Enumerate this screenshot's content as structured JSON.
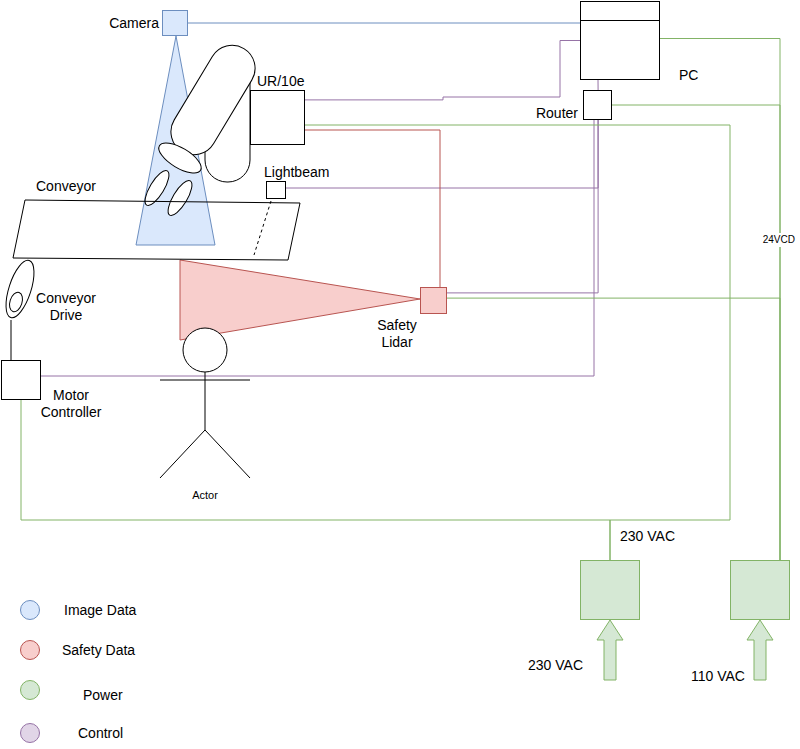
{
  "diagram": {
    "nodes": [
      {
        "text": [
          "Camera"
        ]
      },
      {
        "text": [
          "PC"
        ]
      },
      {
        "text": [
          "UR/10e"
        ]
      },
      {
        "text": [
          "Router"
        ]
      },
      {
        "text": [
          "Lightbeam"
        ]
      },
      {
        "text": [
          "Conveyor"
        ]
      },
      {
        "text": [
          "Conveyor Drive"
        ]
      },
      {
        "text": [
          "Safety Lidar"
        ]
      },
      {
        "text": [
          "Motor Controller"
        ]
      },
      {
        "text": [
          "Actor"
        ]
      },
      {
        "text": [
          "230 VAC"
        ]
      },
      {
        "text": [
          "110 VAC"
        ]
      }
    ],
    "edges": [
      {
        "from": 0,
        "to": 1,
        "arrow": "none"
      },
      {
        "from": 2,
        "to": 1,
        "arrow": "none"
      },
      {
        "from": 1,
        "to": 3,
        "arrow": "none"
      },
      {
        "from": 3,
        "to": 4,
        "arrow": "none"
      },
      {
        "from": 3,
        "to": 7,
        "arrow": "none"
      },
      {
        "from": 3,
        "to": 8,
        "arrow": "none"
      },
      {
        "from": 2,
        "to": 7,
        "arrow": "none"
      },
      {
        "from": 10,
        "to": 8,
        "arrow": "none"
      },
      {
        "from": 10,
        "to": 2,
        "arrow": "none"
      },
      {
        "from": 11,
        "to": 1,
        "label": "24VCD",
        "arrow": "none"
      },
      {
        "from": 11,
        "to": 3,
        "arrow": "none"
      },
      {
        "from": 11,
        "to": 7,
        "arrow": "none"
      },
      {
        "from": 8,
        "to": 6,
        "arrow": "none"
      }
    ],
    "labels": [
      "230 VAC"
    ],
    "legend": [
      {
        "text": "Image Data",
        "color": "#dae8fc"
      },
      {
        "text": "Safety Data",
        "color": "#f8cecc"
      },
      {
        "text": "Power",
        "color": "#d5e8d4"
      },
      {
        "text": "Control",
        "color": "#e1d5e7"
      }
    ]
  }
}
